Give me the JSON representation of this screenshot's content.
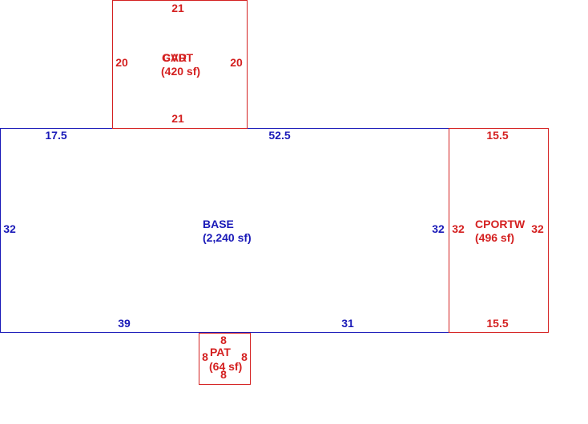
{
  "colors": {
    "base": "#1a1ab8",
    "addition": "#d42020"
  },
  "areas": {
    "base": {
      "name": "BASE",
      "area": "(2,240 sf)",
      "dims": {
        "top_left": "17.5",
        "top_right": "52.5",
        "left": "32",
        "right": "32",
        "bottom_left": "39",
        "bottom_right": "31"
      }
    },
    "garage": {
      "name_a": "GAR",
      "name_b": "CVDT",
      "area": "(420 sf)",
      "dims": {
        "top": "21",
        "bottom": "21",
        "left": "20",
        "right": "20"
      }
    },
    "carport": {
      "name": "CPORTW",
      "area": "(496 sf)",
      "dims": {
        "top": "15.5",
        "bottom": "15.5",
        "left": "32",
        "right": "32"
      }
    },
    "patio": {
      "name": "PAT",
      "area": "(64 sf)",
      "dims": {
        "top": "8",
        "bottom": "8",
        "left": "8",
        "right": "8"
      }
    }
  }
}
